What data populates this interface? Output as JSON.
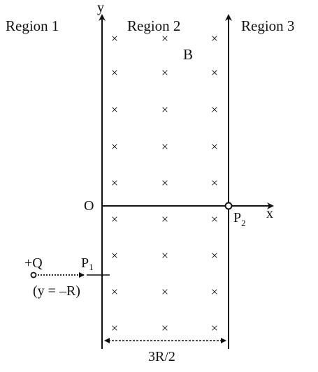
{
  "regions": {
    "region1": "Region 1",
    "region2": "Region 2",
    "region3": "Region 3"
  },
  "field": {
    "label": "B",
    "symbol": "×"
  },
  "axes": {
    "x": "x",
    "y": "y",
    "origin": "O"
  },
  "charge": {
    "label": "+Q",
    "position": "(y = –R)"
  },
  "points": {
    "p1": "P",
    "p1_sub": "1",
    "p2": "P",
    "p2_sub": "2"
  },
  "width_label": "3R/2"
}
